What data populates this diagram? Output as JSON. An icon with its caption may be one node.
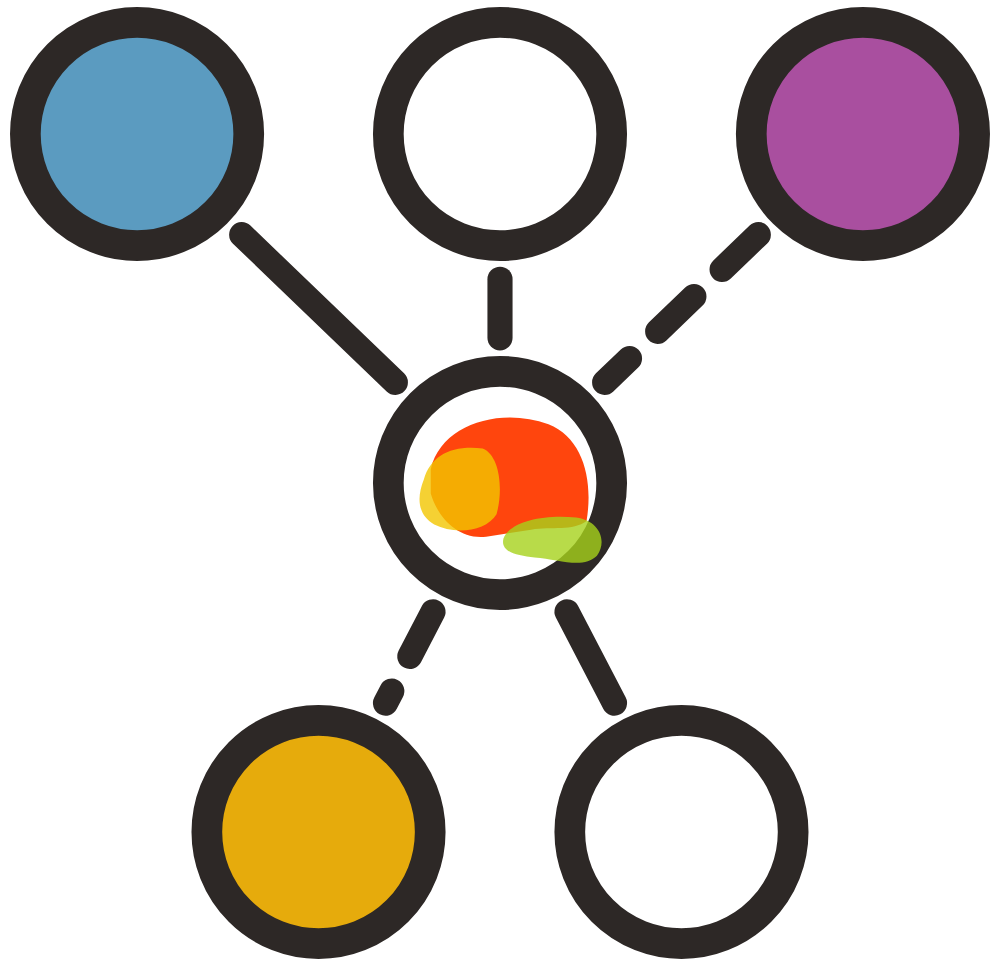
{
  "diagram": {
    "nodes": [
      {
        "text": [],
        "shape": "circle"
      },
      {
        "text": [],
        "shape": "circle"
      },
      {
        "text": [],
        "shape": "circle"
      },
      {
        "text": [],
        "shape": "circle"
      },
      {
        "text": [],
        "shape": "circle"
      },
      {
        "text": [],
        "shape": "circle"
      }
    ],
    "edges": [
      {
        "from": 0,
        "to": 3,
        "arrow": "none"
      },
      {
        "from": 1,
        "to": 3,
        "arrow": "none"
      },
      {
        "from": 2,
        "to": 3,
        "arrow": "none",
        "style": "dashed"
      },
      {
        "from": 3,
        "to": 4,
        "arrow": "none",
        "style": "dashed"
      },
      {
        "from": 3,
        "to": 5,
        "arrow": "none"
      }
    ]
  }
}
